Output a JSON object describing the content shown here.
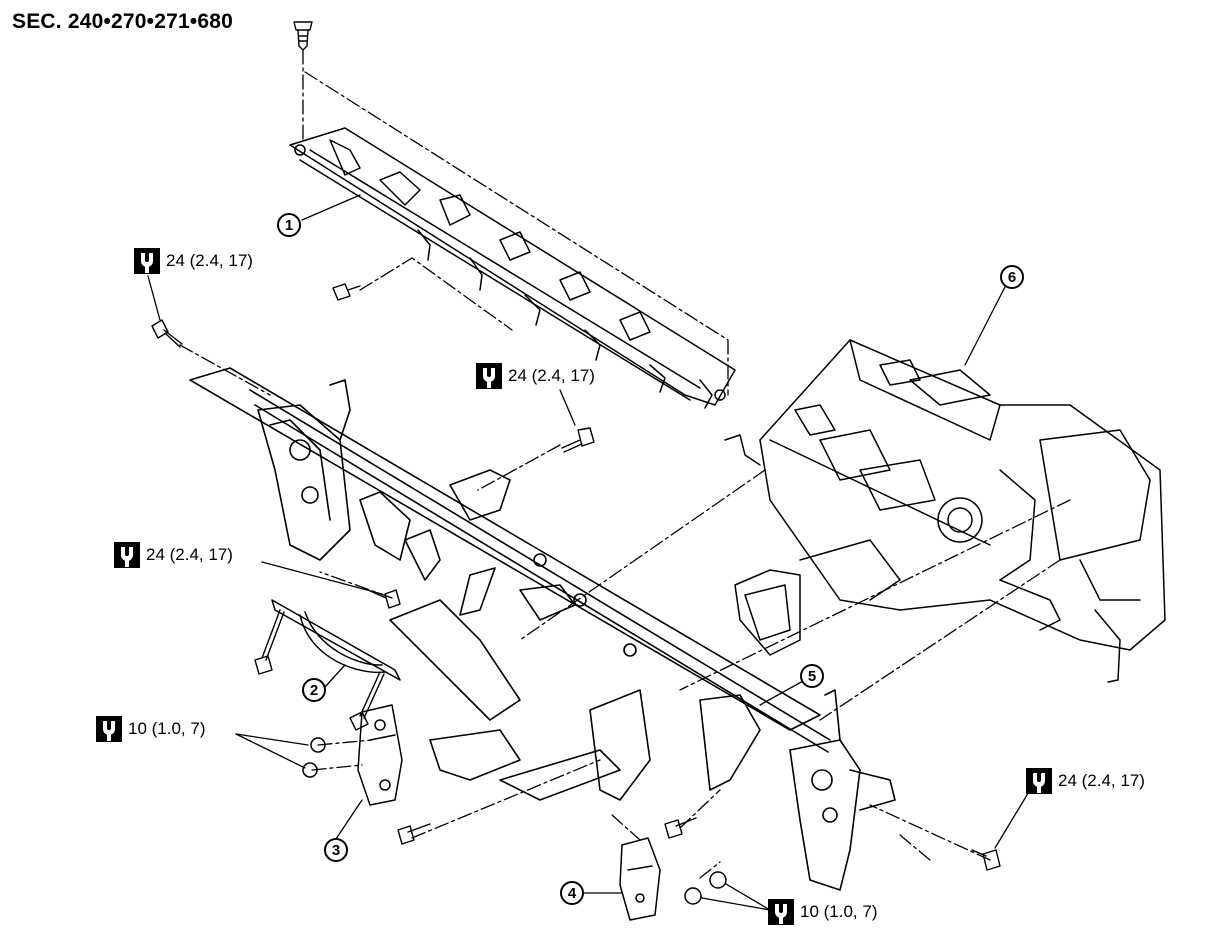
{
  "section_title": "SEC. 240•270•271•680",
  "parts": [
    {
      "number": "1"
    },
    {
      "number": "2"
    },
    {
      "number": "3"
    },
    {
      "number": "4"
    },
    {
      "number": "5"
    },
    {
      "number": "6"
    }
  ],
  "torque_specs": [
    {
      "value": "24 (2.4, 17)"
    },
    {
      "value": "24 (2.4, 17)"
    },
    {
      "value": "24 (2.4, 17)"
    },
    {
      "value": "10 (1.0, 7)"
    },
    {
      "value": "24 (2.4, 17)"
    },
    {
      "value": "10 (1.0, 7)"
    }
  ],
  "icons": {
    "torque": "torque-wrench-icon"
  },
  "colors": {
    "line": "#000000",
    "background": "#ffffff"
  }
}
